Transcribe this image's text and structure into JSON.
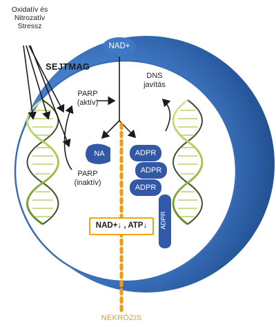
{
  "labels": {
    "stress_line1": "Oxidatív és",
    "stress_line2": "Nitrozatív",
    "stress_line3": "Stressz",
    "nucleus": "SEJTMAG",
    "nad_top": "NAD+",
    "parp_active_line1": "PARP",
    "parp_active_line2": "(aktív)",
    "parp_inactive_line1": "PARP",
    "parp_inactive_line2": "(inaktív)",
    "dns_line1": "DNS",
    "dns_line2": "javítás",
    "na": "NA",
    "adpr_1": "ADPR",
    "adpr_2": "ADPR",
    "adpr_3": "ADPR",
    "adpr_vertical": "ADPR",
    "box_text": "NAD+↓ , ATP↓",
    "necrosis": "NEKRÓZIS"
  },
  "colors": {
    "cell_blue": "#3f78c4",
    "cell_edge": "#17407e",
    "pill_blue": "#3358a8",
    "orange": "#f29a10",
    "dna_green": "#a6c846",
    "dna_dark": "#3a4f2c"
  }
}
